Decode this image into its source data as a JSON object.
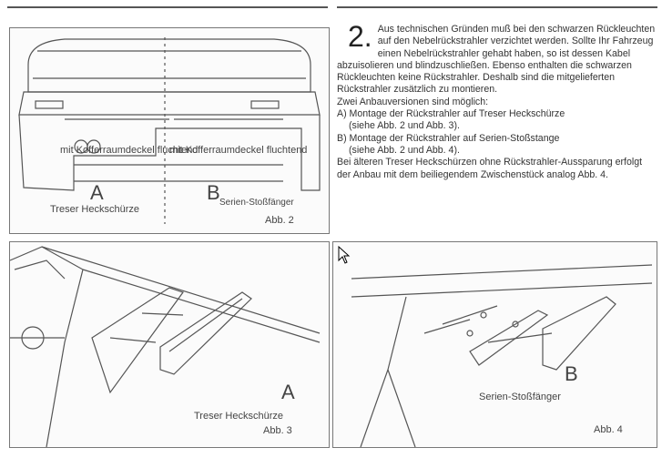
{
  "intro_number": "2.",
  "paragraphs": [
    "Aus technischen Gründen muß bei den schwarzen Rückleuchten auf den Nebelrückstrahler verzichtet werden. Sollte Ihr Fahrzeug einen Nebelrückstrahler gehabt haben, so ist dessen Kabel abzuisolieren und blindzuschließen. Ebenso enthalten die schwarzen Rückleuchten keine Rückstrahler. Deshalb sind die mitgelieferten Rückstrahler zusätzlich zu montieren.",
    "Zwei Anbauversionen sind möglich:",
    "A) Montage der Rückstrahler auf Treser Heckschürze",
    "(siehe Abb. 2 und Abb. 3).",
    "B) Montage der Rückstrahler auf Serien-Stoßstange",
    "(siehe Abb. 2 und Abb. 4).",
    "Bei älteren Treser Heckschürzen ohne Rückstrahler-Aussparung erfolgt der Anbau mit dem beiliegendem Zwischenstück analog Abb. 4."
  ],
  "fig2": {
    "note_a": "mit Kofferraumdeckel fluchtend",
    "note_b": "mit Kofferraumdeckel fluchtend",
    "letter_a": "A",
    "letter_b": "B",
    "label_a": "Treser Heckschürze",
    "label_b": "Serien-Stoßfänger",
    "caption": "Abb. 2"
  },
  "fig3": {
    "letter": "A",
    "label": "Treser Heckschürze",
    "caption": "Abb. 3"
  },
  "fig4": {
    "letter": "B",
    "label": "Serien-Stoßfänger",
    "caption": "Abb. 4"
  }
}
